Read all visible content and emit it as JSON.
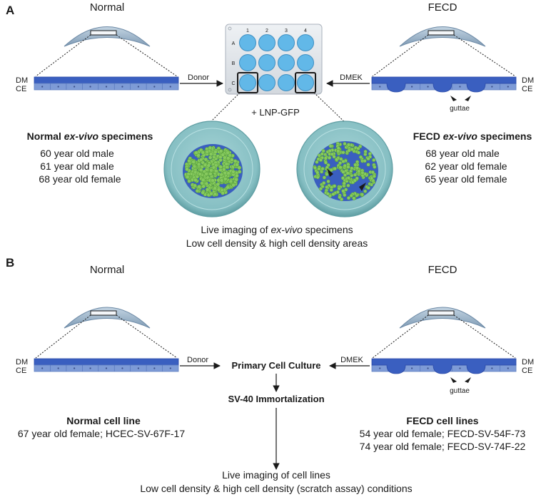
{
  "panel_a": {
    "letter": "A",
    "normal_title": "Normal",
    "fecd_title": "FECD",
    "layer_dm": "DM",
    "layer_ce": "CE",
    "donor_label": "Donor",
    "dmek_label": "DMEK",
    "guttae_label": "guttae",
    "plate_cols": [
      "1",
      "2",
      "3",
      "4"
    ],
    "plate_rows": [
      "A",
      "B",
      "C"
    ],
    "treatment": "+ LNP-GFP",
    "normal_heading_pre": "Normal ",
    "normal_heading_em": "ex-vivo",
    "normal_heading_post": " specimens",
    "normal_specimens": [
      "60 year old male",
      "61 year old male",
      "68 year old female"
    ],
    "fecd_heading_pre": "FECD ",
    "fecd_heading_em": "ex-vivo",
    "fecd_heading_post": " specimens",
    "fecd_specimens": [
      "68 year old male",
      "62 year old female",
      "65 year old female"
    ],
    "caption_line1_pre": "Live imaging of ",
    "caption_line1_em": "ex-vivo",
    "caption_line1_post": " specimens",
    "caption_line2": "Low cell density & high cell density areas"
  },
  "panel_b": {
    "letter": "B",
    "normal_title": "Normal",
    "fecd_title": "FECD",
    "layer_dm": "DM",
    "layer_ce": "CE",
    "donor_label": "Donor",
    "dmek_label": "DMEK",
    "guttae_label": "guttae",
    "primary_culture": "Primary Cell Culture",
    "immortalization": "SV-40 Immortalization",
    "normal_heading": "Normal cell line",
    "normal_lines": [
      "67 year old female; HCEC-SV-67F-17"
    ],
    "fecd_heading": "FECD cell lines",
    "fecd_lines": [
      "54 year old female; FECD-SV-54F-73",
      "74 year old female; FECD-SV-74F-22"
    ],
    "caption_line1": "Live imaging of cell lines",
    "caption_line2": "Low cell density & high cell density (scratch assay) conditions"
  },
  "colors": {
    "membrane": "#3a5fc0",
    "membrane_edge": "#2a4aa8",
    "endothelium": "#7e9bd6",
    "well_blue": "#62b8e8",
    "plate_gray": "#dfe3e8",
    "cornea": "#9ab4cc",
    "dish_teal": "#8cc3c6",
    "cell_green": "#7fc45a"
  }
}
